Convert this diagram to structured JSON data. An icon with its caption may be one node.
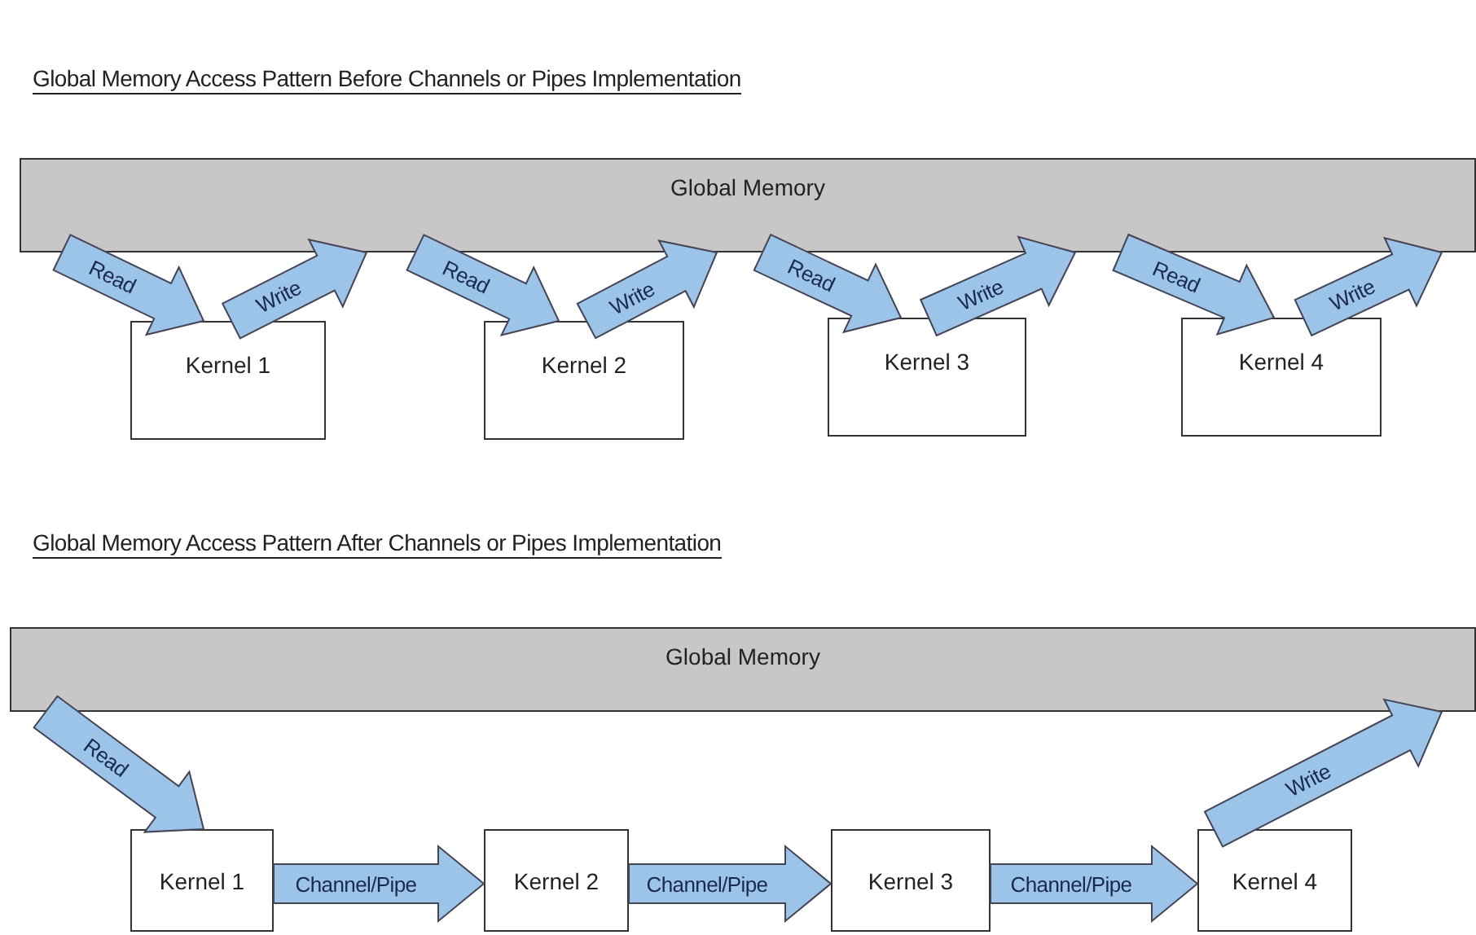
{
  "diagram": {
    "title": "Global Memory Access Pattern Before Channels or Pipes Implementation",
    "nodes": [
      {
        "text": [
          "Global Memory"
        ]
      },
      {
        "text": [
          "Kernel 1"
        ]
      },
      {
        "text": [
          "Kernel 2"
        ]
      },
      {
        "text": [
          "Kernel 3"
        ]
      },
      {
        "text": [
          "Kernel 4"
        ]
      },
      {
        "text": [
          "Global Memory"
        ]
      },
      {
        "text": [
          "Kernel 1"
        ]
      },
      {
        "text": [
          "Kernel 2"
        ]
      },
      {
        "text": [
          "Kernel 3"
        ]
      },
      {
        "text": [
          "Kernel 4"
        ]
      }
    ],
    "edges": [
      {
        "from": 0,
        "to": 1,
        "arrow": "to",
        "label": "Read"
      },
      {
        "from": 1,
        "to": 0,
        "arrow": "to",
        "label": "Write"
      },
      {
        "from": 0,
        "to": 2,
        "arrow": "to",
        "label": "Read"
      },
      {
        "from": 2,
        "to": 0,
        "arrow": "to",
        "label": "Write"
      },
      {
        "from": 0,
        "to": 3,
        "arrow": "to",
        "label": "Read"
      },
      {
        "from": 3,
        "to": 0,
        "arrow": "to",
        "label": "Write"
      },
      {
        "from": 0,
        "to": 4,
        "arrow": "to",
        "label": "Read"
      },
      {
        "from": 4,
        "to": 0,
        "arrow": "to",
        "label": "Write"
      },
      {
        "from": 5,
        "to": 6,
        "arrow": "to",
        "label": "Read"
      },
      {
        "from": 6,
        "to": 7,
        "arrow": "to",
        "label": "Channel/Pipe"
      },
      {
        "from": 7,
        "to": 8,
        "arrow": "to",
        "label": "Channel/Pipe"
      },
      {
        "from": 8,
        "to": 9,
        "arrow": "to",
        "label": "Channel/Pipe"
      },
      {
        "from": 9,
        "to": 5,
        "arrow": "to",
        "label": "Write"
      }
    ],
    "labels": [
      "Global Memory Access Pattern After Channels or Pipes Implementation"
    ]
  }
}
